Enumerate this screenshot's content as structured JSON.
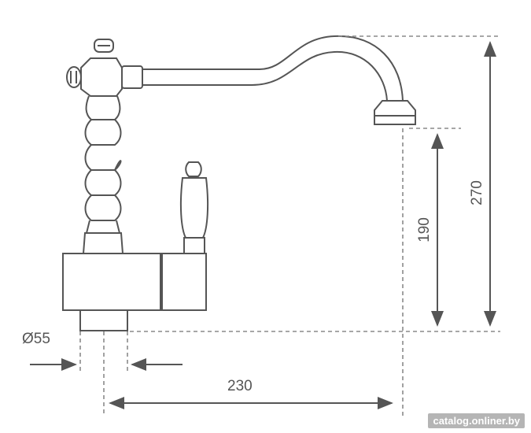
{
  "dimensions": {
    "diameter_label": "Ø55",
    "reach_label": "230",
    "spout_height_label": "190",
    "total_height_label": "270"
  },
  "watermark": {
    "text": "catalog.onliner.by"
  },
  "colors": {
    "line": "#555555",
    "dash": "#8a8a8a",
    "background": "#ffffff"
  }
}
